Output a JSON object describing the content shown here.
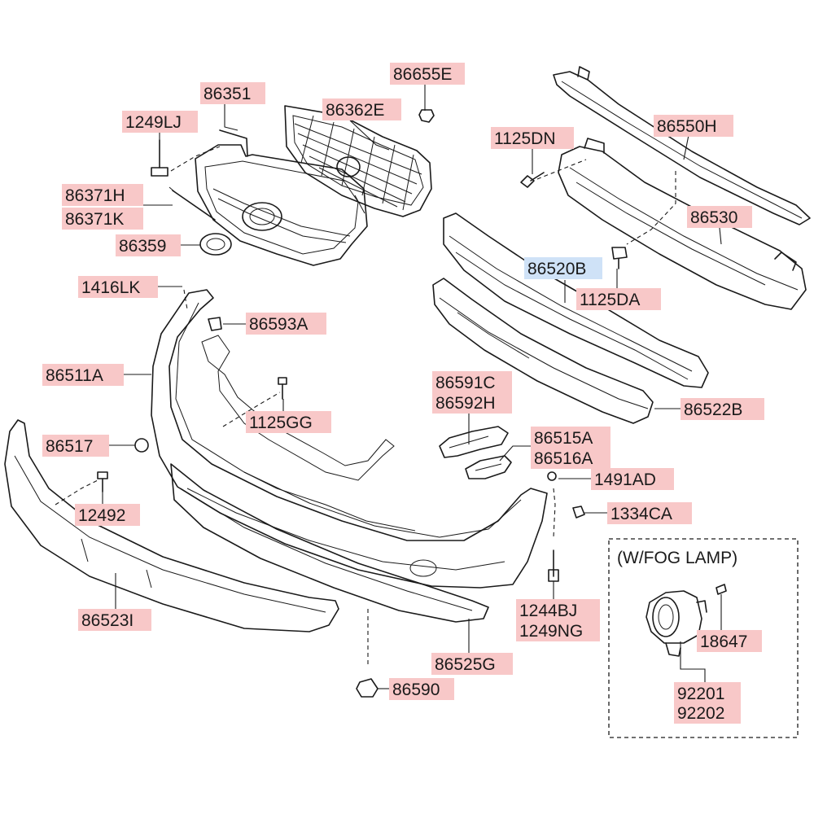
{
  "diagram": {
    "colors": {
      "label_bg": "#f8c8c8",
      "label_bg_highlight": "#cfe2f7",
      "line": "#1a1a1a"
    },
    "labels": {
      "p86655E": "86655E",
      "p86351": "86351",
      "p1249LJ": "1249LJ",
      "p86362E": "86362E",
      "p86371H": "86371H",
      "p86371K": "86371K",
      "p86359": "86359",
      "p1125DN": "1125DN",
      "p86550H": "86550H",
      "p86530": "86530",
      "p86520B": "86520B",
      "p1125DA": "1125DA",
      "p1416LK": "1416LK",
      "p86593A": "86593A",
      "p86511A": "86511A",
      "p86591C": "86591C",
      "p86592H": "86592H",
      "p86522B": "86522B",
      "p1125GG": "1125GG",
      "p86517": "86517",
      "p86515A": "86515A",
      "p86516A": "86516A",
      "p1491AD": "1491AD",
      "p12492": "12492",
      "p1334CA": "1334CA",
      "p1244BJ": "1244BJ",
      "p1249NG": "1249NG",
      "p86523I": "86523I",
      "p86525G": "86525G",
      "p86590": "86590",
      "p18647": "18647",
      "p92201": "92201",
      "p92202": "92202"
    },
    "fog_lamp_note": "(W/FOG LAMP)",
    "highlighted": "p86520B"
  }
}
